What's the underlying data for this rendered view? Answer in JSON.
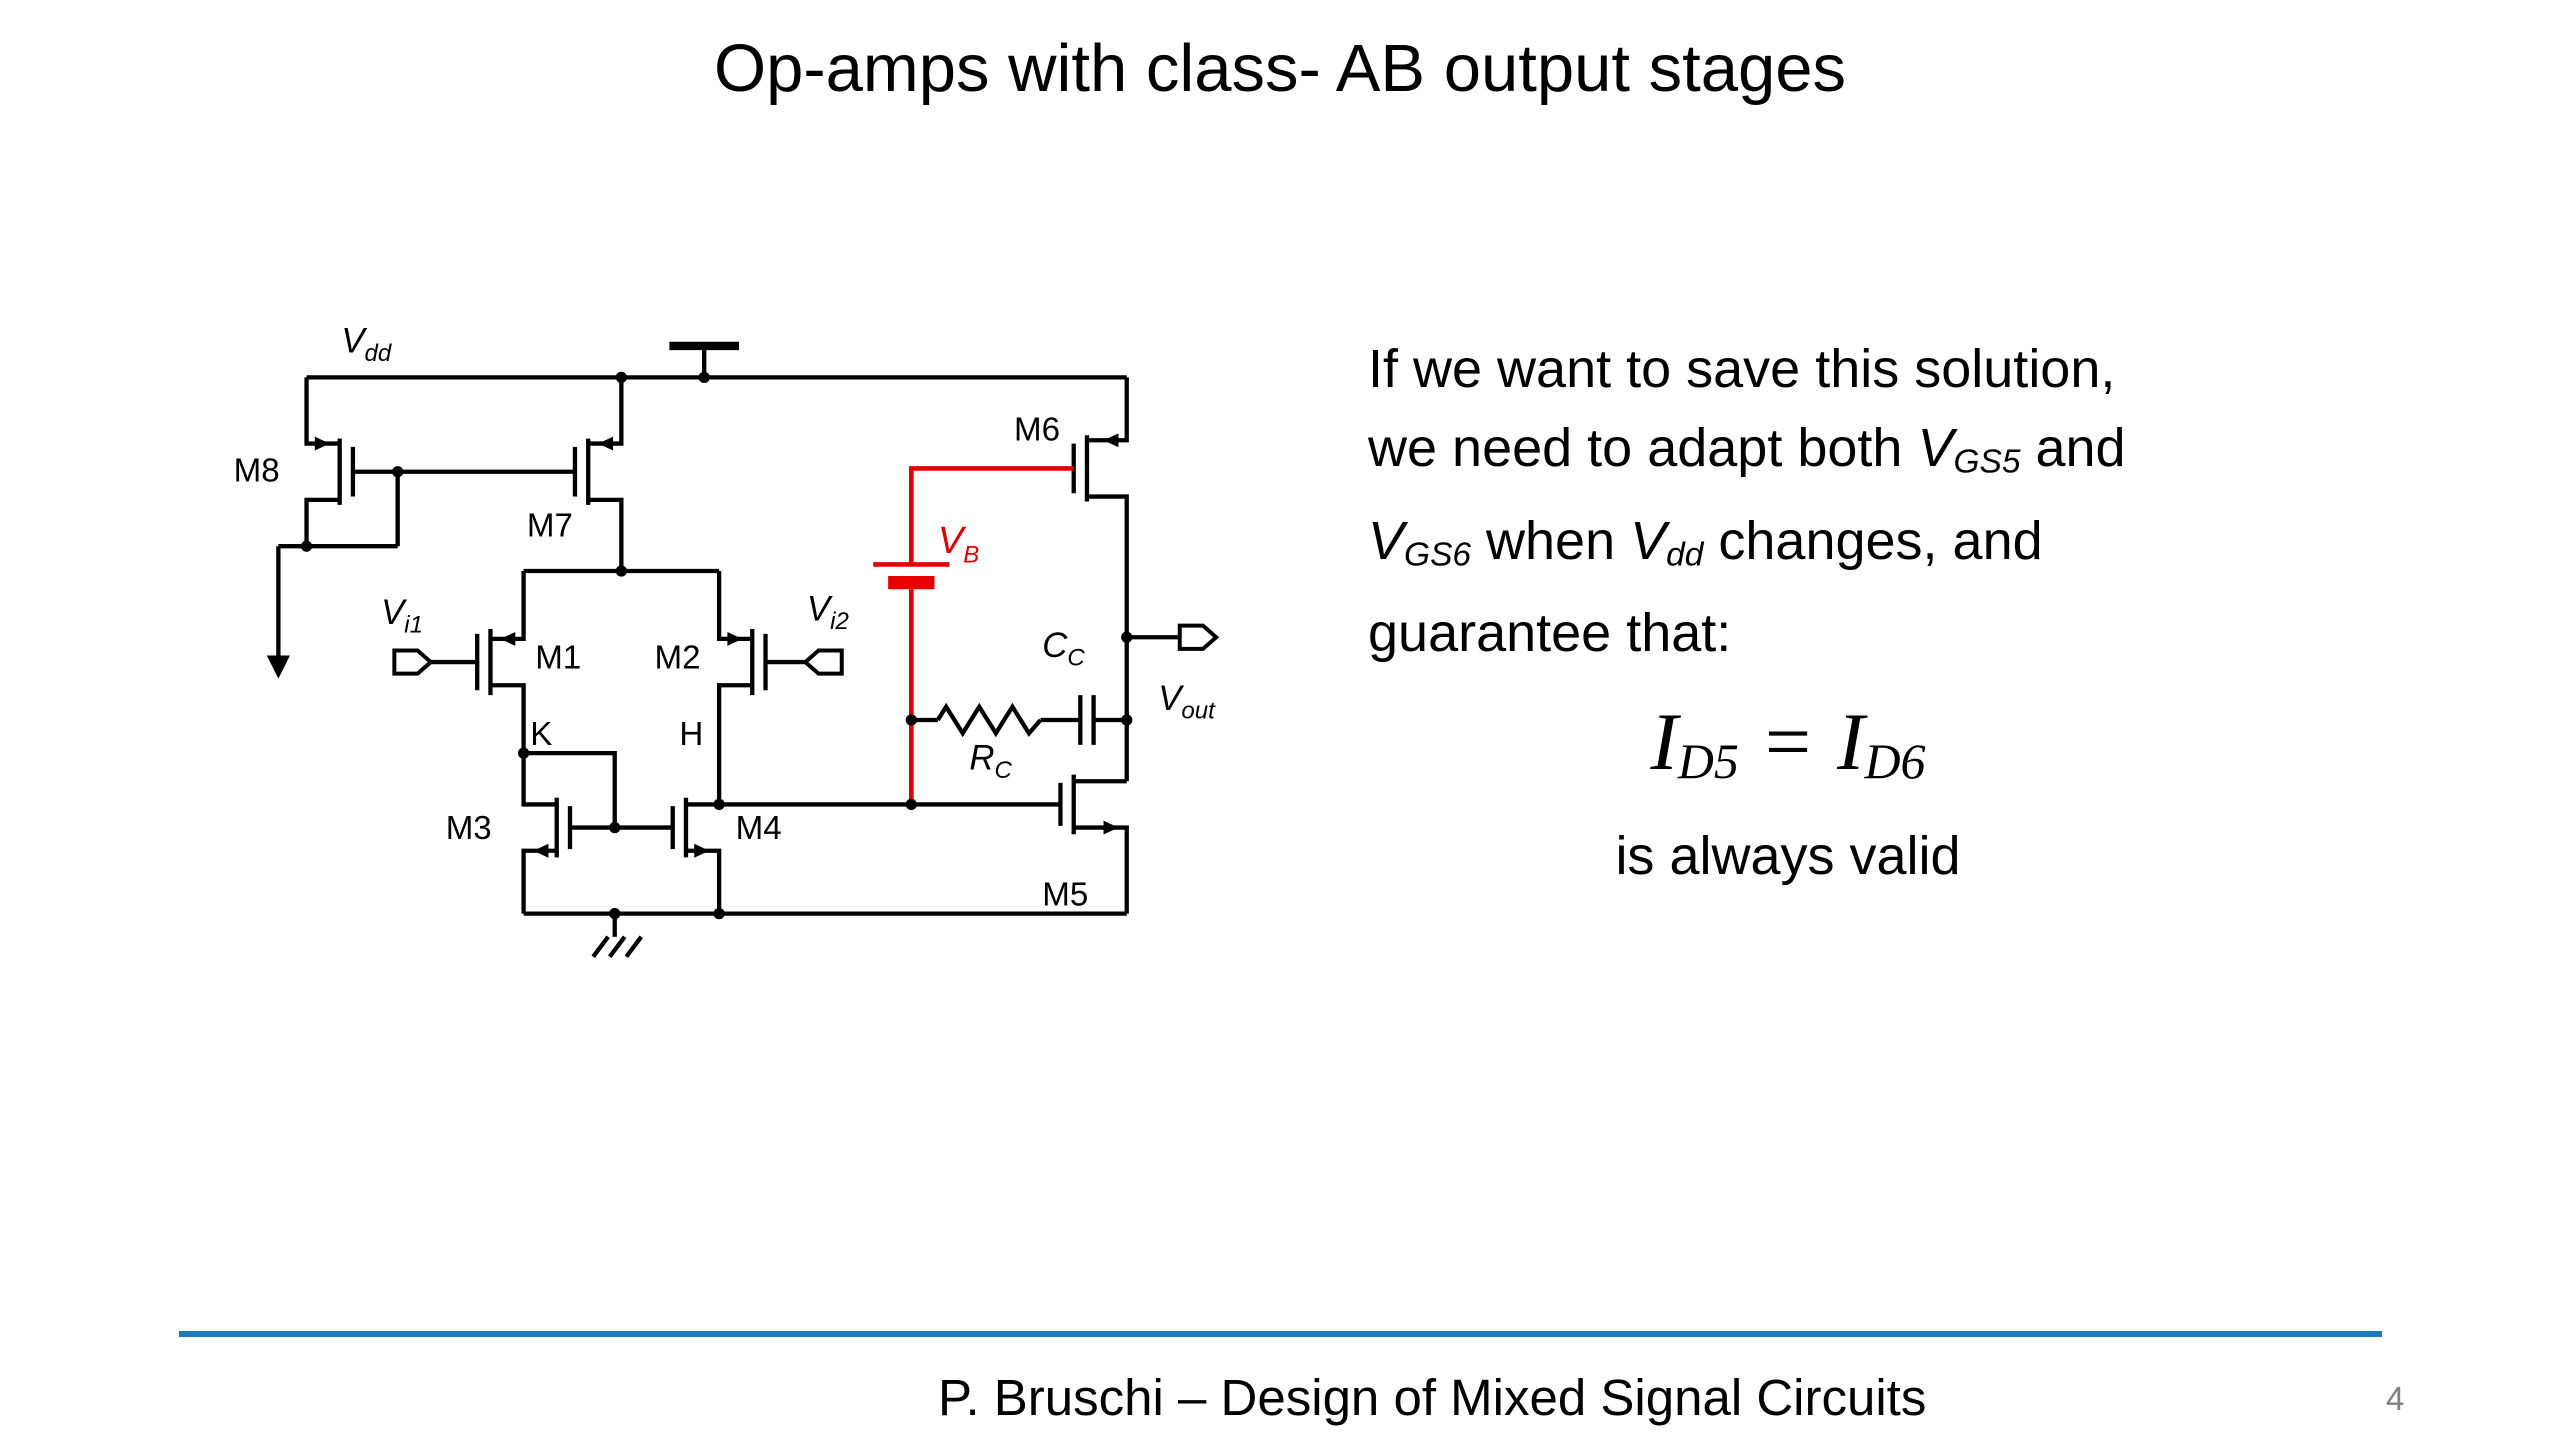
{
  "slide": {
    "title": "Op-amps with class- AB output stages",
    "footer_text": "P. Bruschi – Design of Mixed Signal Circuits",
    "page_number": "4"
  },
  "note": {
    "line1": "If we want to save this solution,",
    "line2": {
      "pre": "we need to adapt both ",
      "math_base": "V",
      "math_sub": "GS5",
      "post": " and"
    },
    "line3": {
      "math1_base": "V",
      "math1_sub": "GS6",
      "mid": " when ",
      "math2_base": "V",
      "math2_sub": "dd",
      "post": " changes, and"
    },
    "line4": "guarantee that:",
    "equation": {
      "lhs_base": "I",
      "lhs_sub": "D5",
      "rel": "=",
      "rhs_base": "I",
      "rhs_sub": "D6"
    },
    "closing": "is always valid"
  },
  "circuit": {
    "labels": {
      "m1": "M1",
      "m2": "M2",
      "m3": "M3",
      "m4": "M4",
      "m5": "M5",
      "m6": "M6",
      "m7": "M7",
      "m8": "M8",
      "node_k": "K",
      "node_h": "H",
      "vdd_base": "V",
      "vdd_sub": "dd",
      "vi1_base": "V",
      "vi1_sub": "i1",
      "vi2_base": "V",
      "vi2_sub": "i2",
      "vb_base": "V",
      "vb_sub": "B",
      "vout_base": "V",
      "vout_sub": "out",
      "cc_base": "C",
      "cc_sub": "C",
      "rc_base": "R",
      "rc_sub": "C"
    }
  },
  "colors": {
    "accent_blue": "#1b79c0",
    "highlight_red": "#e60000"
  }
}
